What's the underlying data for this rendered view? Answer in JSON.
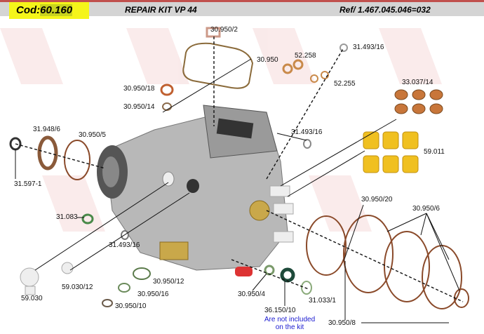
{
  "header": {
    "code_prefix": "Cod:",
    "code_number": "60.160",
    "title": "REPAIR KIT VP 44",
    "reference": "Ref/ 1.467.045.046=032"
  },
  "labels": [
    "30.950/2",
    "31.493/16",
    "30.950",
    "52.258",
    "52.255",
    "33.037/14",
    "30.950/18",
    "30.950/14",
    "31.948/6",
    "30.950/5",
    "31.493/16",
    "59.011",
    "31.597-1",
    "30.950/20",
    "30.950/6",
    "31.083",
    "31.493/16",
    "59.030/12",
    "30.950/12",
    "30.950/16",
    "59.030",
    "30.950/10",
    "30.950/4",
    "31.033/1",
    "36.150/10",
    "30.950/8"
  ],
  "note": {
    "line1": "Are not included",
    "line2": "on the kit"
  },
  "colors": {
    "header_bg": "#d4d4d4",
    "code_bg": "#f5f51a",
    "accent": "#c0504d",
    "note": "#1a1ad0"
  }
}
